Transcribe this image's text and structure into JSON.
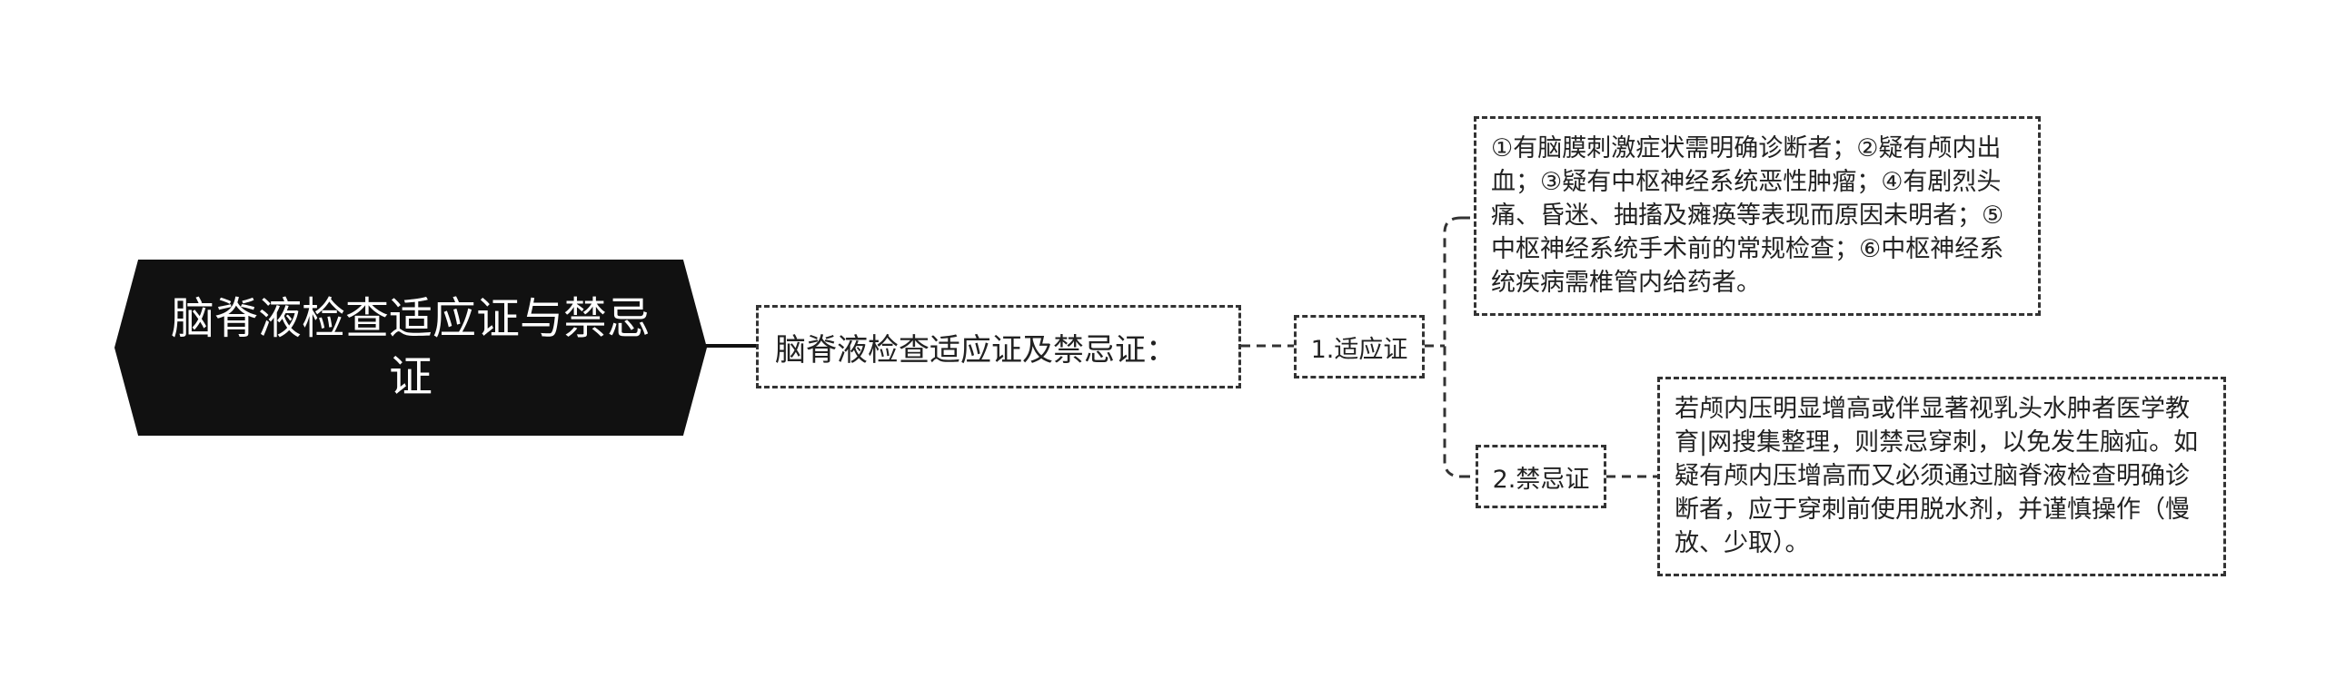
{
  "diagram": {
    "root": {
      "label": "脑脊液检查适应证与禁忌证"
    },
    "topic": {
      "label": "脑脊液检查适应证及禁忌证："
    },
    "branches": [
      {
        "label": "1.适应证",
        "detail": " ①有脑膜刺激症状需明确诊断者；②疑有颅内出血；③疑有中枢神经系统恶性肿瘤；④有剧烈头痛、昏迷、抽搐及瘫痪等表现而原因未明者；⑤中枢神经系统手术前的常规检查；⑥中枢神经系统疾病需椎管内给药者。"
      },
      {
        "label": "2.禁忌证",
        "detail": "若颅内压明显增高或伴显著视乳头水肿者医学教育|网搜集整理，则禁忌穿刺，以免发生脑疝。如疑有颅内压增高而又必须通过脑脊液检查明确诊断者，应于穿刺前使用脱水剂，并谨慎操作（慢放、少取）。"
      }
    ],
    "colors": {
      "root_fill": "#111111",
      "root_text": "#ffffff",
      "border": "#333333",
      "text": "#222222"
    }
  }
}
